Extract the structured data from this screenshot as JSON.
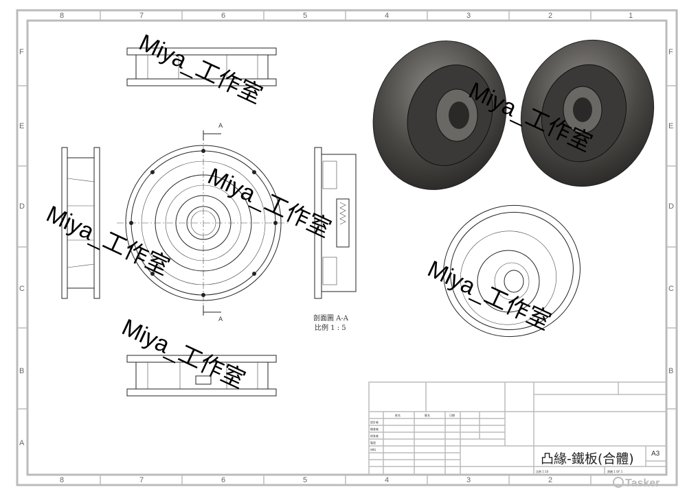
{
  "zones": {
    "columns": [
      "8",
      "7",
      "6",
      "5",
      "4",
      "3",
      "2",
      "1"
    ],
    "rows": [
      "F",
      "E",
      "D",
      "C",
      "B",
      "A"
    ]
  },
  "views": {
    "section_marker": "A",
    "section_label": "剖面圖 A-A",
    "section_scale": "比例 1 : 5"
  },
  "watermark": "Miya_工作室",
  "title_block": {
    "title": "凸緣-鐵板(合體)",
    "sheet_size": "A3",
    "scale": "比例 1:10",
    "sheet": "頁碼 1 OF 1",
    "rows": [
      "設計者",
      "檢查者",
      "核准者",
      "製程",
      "材料"
    ],
    "columns": [
      "姓名",
      "簽名",
      "日期"
    ]
  },
  "logo": "Tasker",
  "colors": {
    "frame": "#bbbbbb",
    "render": "#4a4845",
    "ink": "#222222"
  }
}
